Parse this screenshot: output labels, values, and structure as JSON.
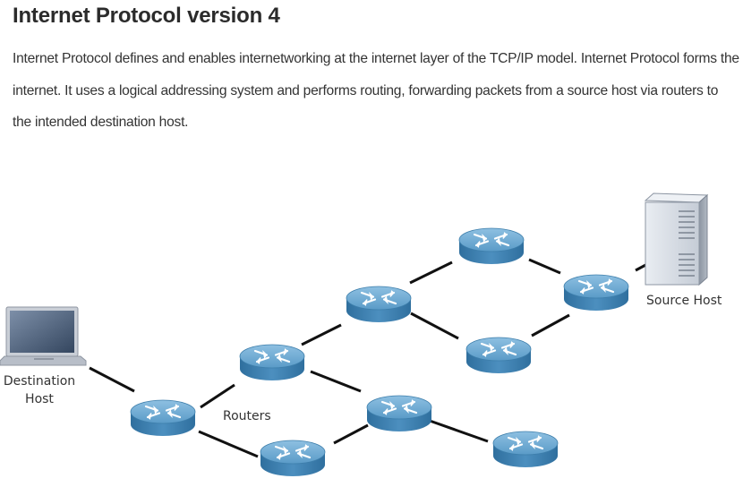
{
  "title": "Internet Protocol version 4",
  "description": "Internet Protocol defines and enables internetworking at the internet layer of the TCP/IP model. Internet Protocol forms the internet. It uses a logical addressing system and performs routing, forwarding packets from a source host via routers to the intended destination host.",
  "diagram": {
    "labels": {
      "source_host": "Source Host",
      "destination_host_line1": "Destination",
      "destination_host_line2": "Host",
      "routers": "Routers"
    },
    "icons": [
      "server-icon",
      "laptop-icon",
      "router-icon"
    ],
    "colors": {
      "router_top": "#5a9bc8",
      "router_side": "#3f7fae",
      "link": "#111111"
    }
  }
}
